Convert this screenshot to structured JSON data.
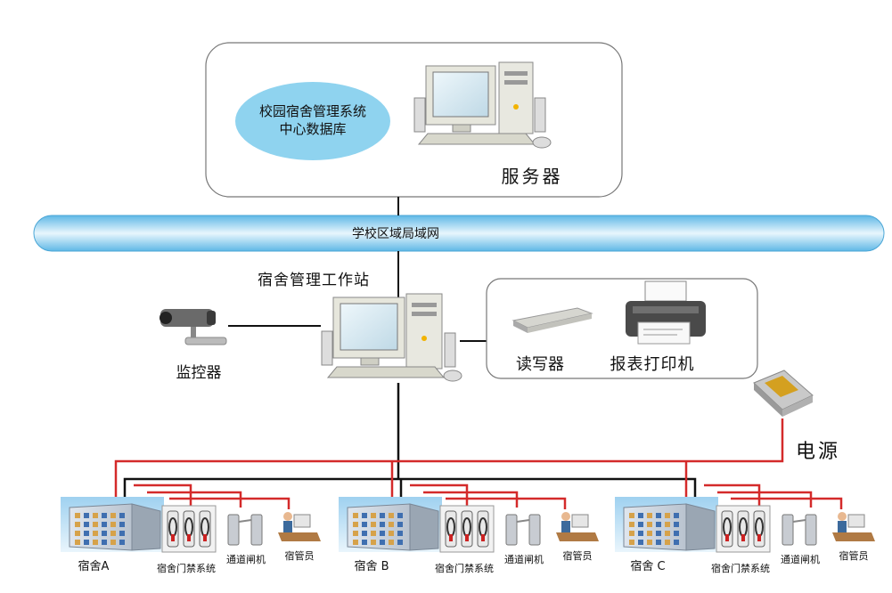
{
  "server_group": {
    "database_label_line1": "校园宿舍管理系统",
    "database_label_line2": "中心数据库",
    "server_label": "服务器"
  },
  "network": {
    "label": "学校区域局域网"
  },
  "workstation": {
    "label": "宿舍管理工作站"
  },
  "monitor": {
    "label": "监控器"
  },
  "peripherals": {
    "reader_label": "读写器",
    "printer_label": "报表打印机"
  },
  "power": {
    "label": "电源"
  },
  "dorms": [
    {
      "name": "宿舍A",
      "access": "宿舍门禁系统",
      "gate": "通道闸机",
      "staff": "宿管员"
    },
    {
      "name": "宿舍 B",
      "access": "宿舍门禁系统",
      "gate": "通道闸机",
      "staff": "宿管员"
    },
    {
      "name": "宿舍 C",
      "access": "宿舍门禁系统",
      "gate": "通道闸机",
      "staff": "宿管员"
    }
  ],
  "colors": {
    "power_line": "#d42a2a",
    "data_line": "#111111",
    "ellipse": "#8fd3ef",
    "network_band": "#6fc1e8"
  }
}
